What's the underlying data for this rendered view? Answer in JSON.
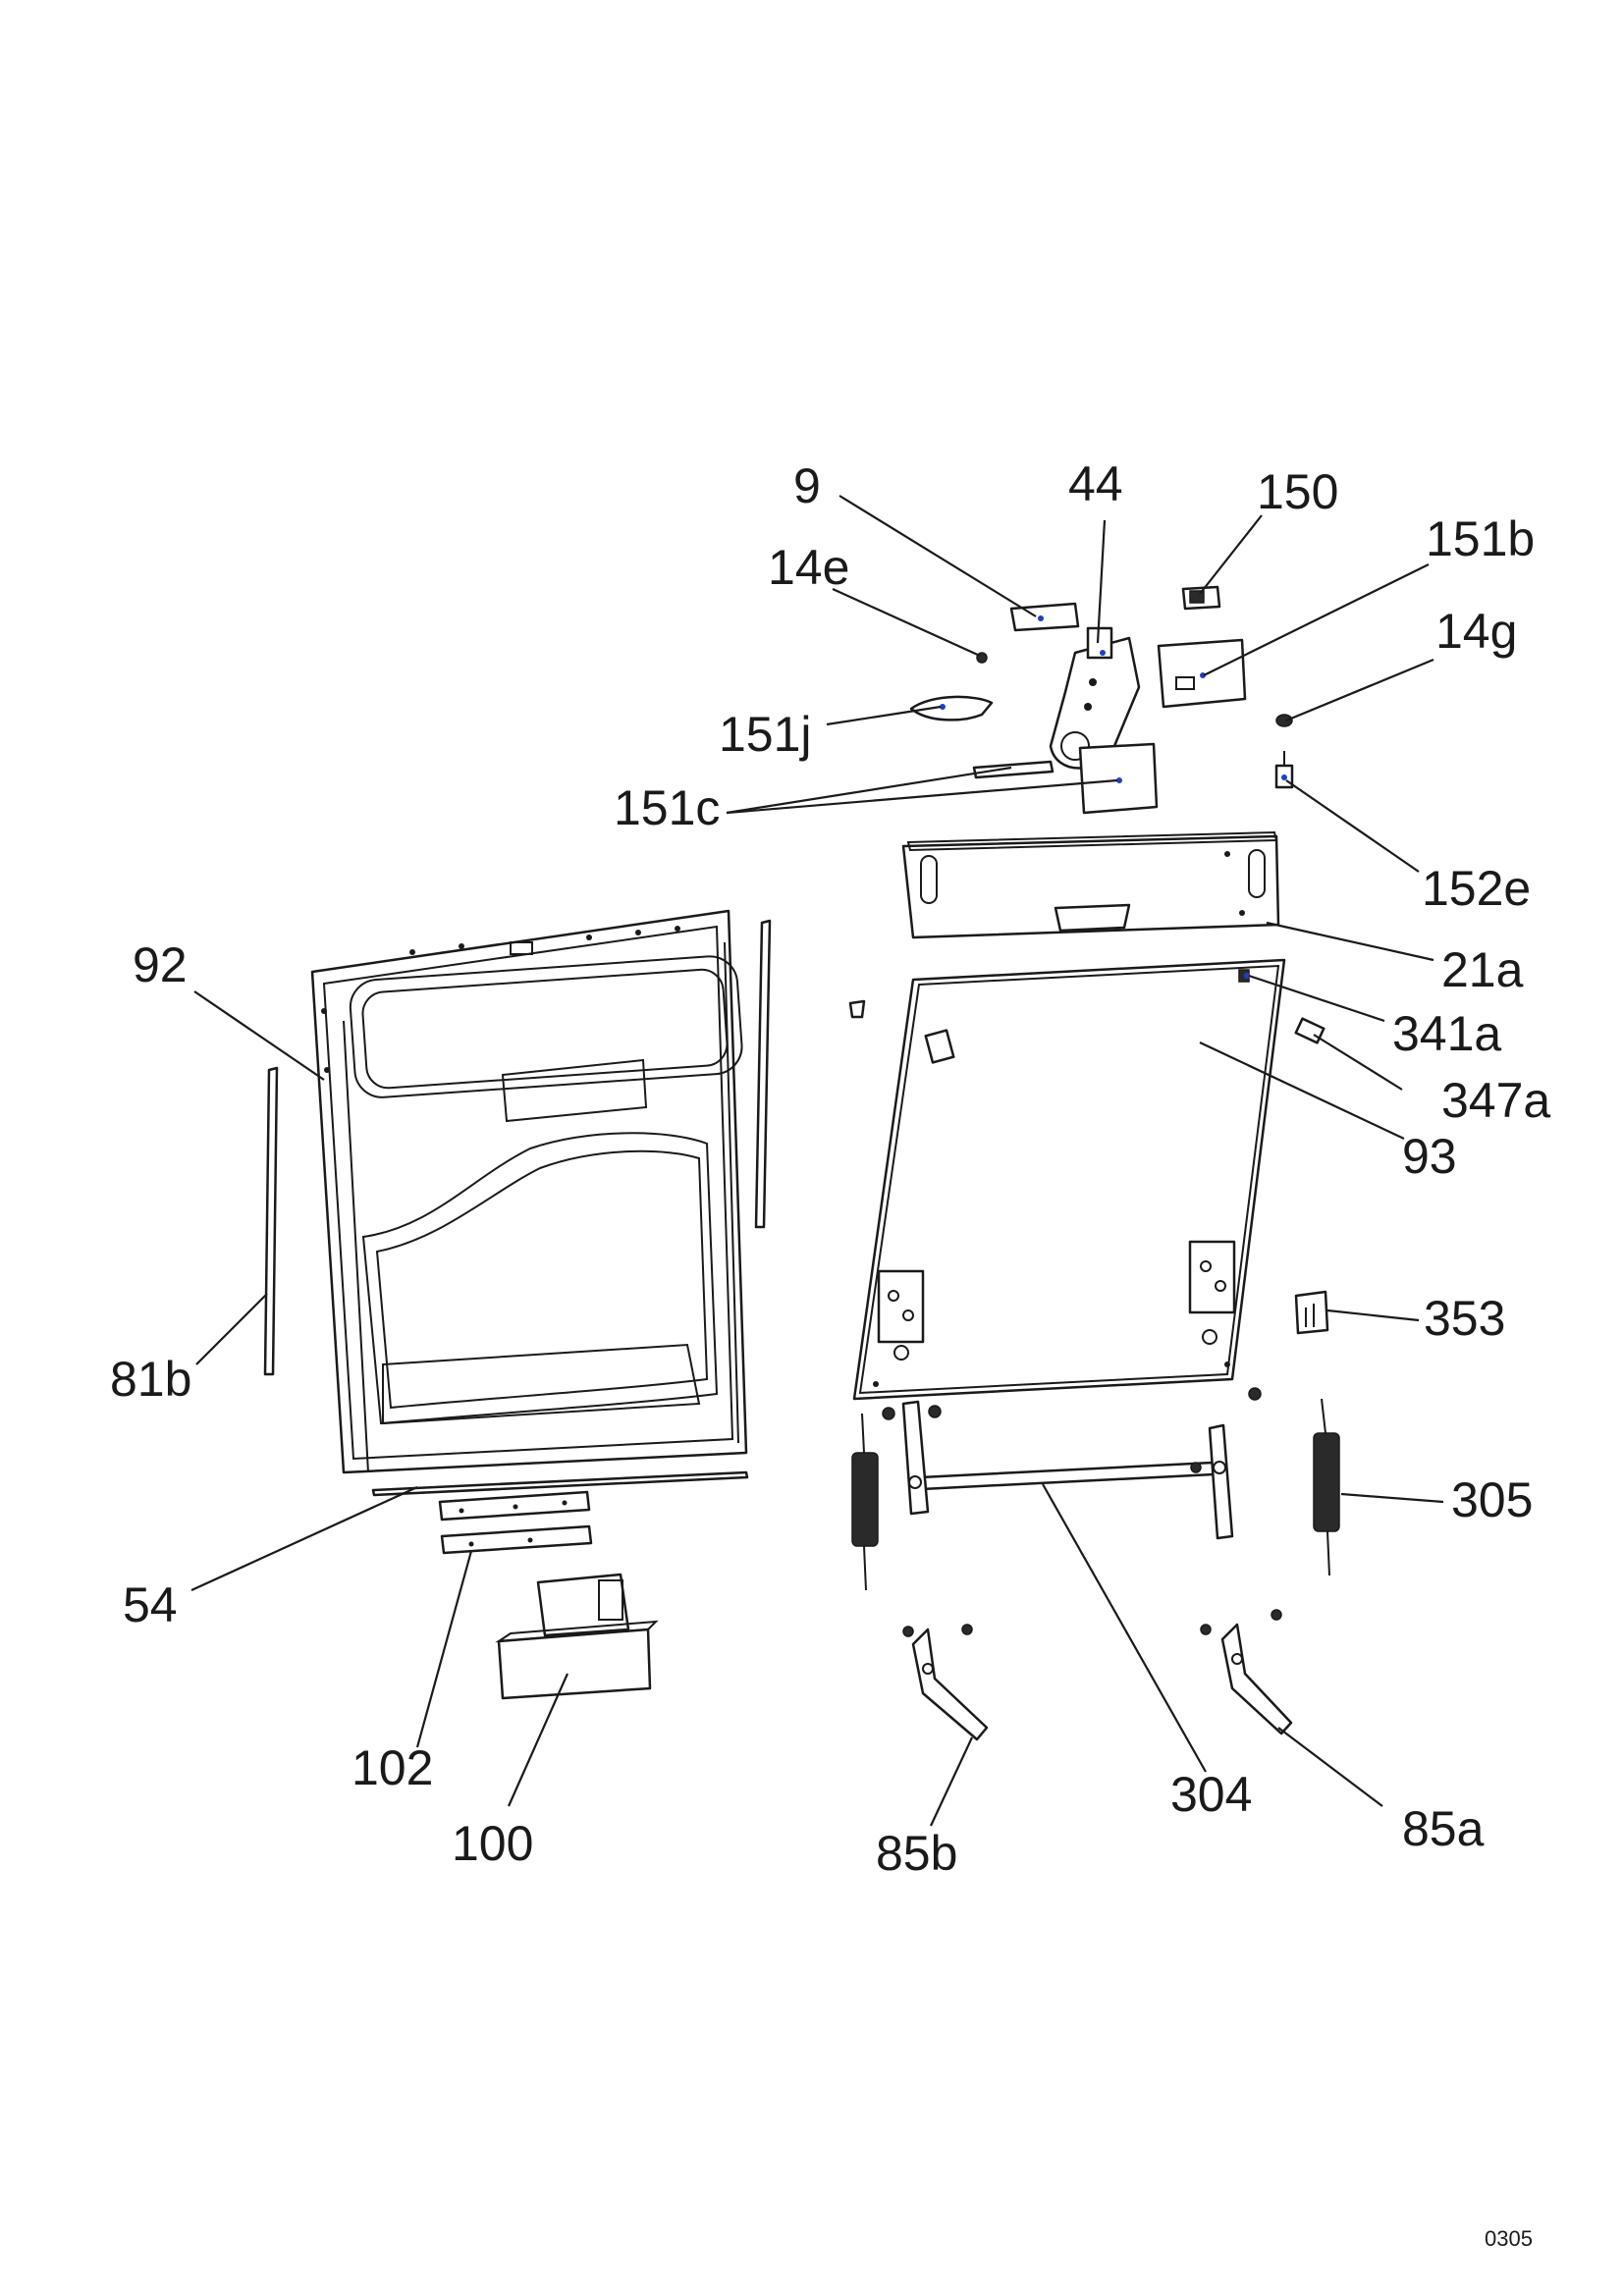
{
  "labels": {
    "l9": "9",
    "l44": "44",
    "l150": "150",
    "l151b": "151b",
    "l14e": "14e",
    "l14g": "14g",
    "l151j": "151j",
    "l151c": "151c",
    "l152e": "152e",
    "l21a": "21a",
    "l92": "92",
    "l341a": "341a",
    "l347a": "347a",
    "l93": "93",
    "l353": "353",
    "l81b": "81b",
    "l305": "305",
    "l54": "54",
    "l102": "102",
    "l100": "100",
    "l304": "304",
    "l85a": "85a",
    "l85b": "85b"
  },
  "drawing_code": "0305"
}
